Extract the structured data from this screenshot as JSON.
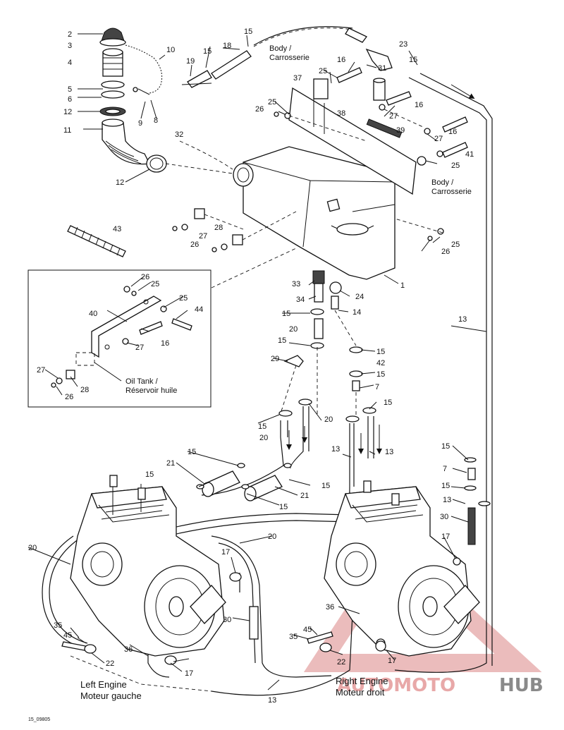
{
  "callouts": [
    {
      "id": "c2",
      "text": "2"
    },
    {
      "id": "c3",
      "text": "3"
    },
    {
      "id": "c4",
      "text": "4"
    },
    {
      "id": "c5",
      "text": "5"
    },
    {
      "id": "c6",
      "text": "6"
    },
    {
      "id": "c12a",
      "text": "12"
    },
    {
      "id": "c11",
      "text": "11"
    },
    {
      "id": "c10",
      "text": "10"
    },
    {
      "id": "c9",
      "text": "9"
    },
    {
      "id": "c8",
      "text": "8"
    },
    {
      "id": "c12b",
      "text": "12"
    },
    {
      "id": "c32",
      "text": "32"
    },
    {
      "id": "c19",
      "text": "19"
    },
    {
      "id": "c15a",
      "text": "15"
    },
    {
      "id": "c18",
      "text": "18"
    },
    {
      "id": "c15b",
      "text": "15"
    },
    {
      "id": "c37",
      "text": "37"
    },
    {
      "id": "c25a",
      "text": "25"
    },
    {
      "id": "c16a",
      "text": "16"
    },
    {
      "id": "c23",
      "text": "23"
    },
    {
      "id": "c15c",
      "text": "15"
    },
    {
      "id": "c31",
      "text": "31"
    },
    {
      "id": "c16b",
      "text": "16"
    },
    {
      "id": "c26a",
      "text": "26"
    },
    {
      "id": "c25b",
      "text": "25"
    },
    {
      "id": "c38",
      "text": "38"
    },
    {
      "id": "c27a",
      "text": "27"
    },
    {
      "id": "c39",
      "text": "39"
    },
    {
      "id": "c27b",
      "text": "27"
    },
    {
      "id": "c16c",
      "text": "16"
    },
    {
      "id": "c41",
      "text": "41"
    },
    {
      "id": "c25c",
      "text": "25"
    },
    {
      "id": "c43",
      "text": "43"
    },
    {
      "id": "c28a",
      "text": "28"
    },
    {
      "id": "c27c",
      "text": "27"
    },
    {
      "id": "c26b",
      "text": "26"
    },
    {
      "id": "c25d",
      "text": "25"
    },
    {
      "id": "c26c",
      "text": "26"
    },
    {
      "id": "c1",
      "text": "1"
    },
    {
      "id": "c33",
      "text": "33"
    },
    {
      "id": "c24",
      "text": "24"
    },
    {
      "id": "c34",
      "text": "34"
    },
    {
      "id": "c14",
      "text": "14"
    },
    {
      "id": "c15d",
      "text": "15"
    },
    {
      "id": "c13a",
      "text": "13"
    },
    {
      "id": "c20a",
      "text": "20"
    },
    {
      "id": "c15e",
      "text": "15"
    },
    {
      "id": "c15f",
      "text": "15"
    },
    {
      "id": "c29",
      "text": "29"
    },
    {
      "id": "c42",
      "text": "42"
    },
    {
      "id": "c15g",
      "text": "15"
    },
    {
      "id": "c7a",
      "text": "7"
    },
    {
      "id": "c15h",
      "text": "15"
    },
    {
      "id": "c15i",
      "text": "15"
    },
    {
      "id": "c20b",
      "text": "20"
    },
    {
      "id": "c20c",
      "text": "20"
    },
    {
      "id": "c13b",
      "text": "13"
    },
    {
      "id": "c13c",
      "text": "13"
    },
    {
      "id": "c15j",
      "text": "15"
    },
    {
      "id": "c21a",
      "text": "21"
    },
    {
      "id": "c15k",
      "text": "15"
    },
    {
      "id": "c15l",
      "text": "15"
    },
    {
      "id": "c21b",
      "text": "21"
    },
    {
      "id": "c15m",
      "text": "15"
    },
    {
      "id": "c15n",
      "text": "15"
    },
    {
      "id": "c7b",
      "text": "7"
    },
    {
      "id": "c15o",
      "text": "15"
    },
    {
      "id": "c13d",
      "text": "13"
    },
    {
      "id": "c30a",
      "text": "30"
    },
    {
      "id": "c17a",
      "text": "17"
    },
    {
      "id": "c20d",
      "text": "20"
    },
    {
      "id": "c20e",
      "text": "20"
    },
    {
      "id": "c17b",
      "text": "17"
    },
    {
      "id": "c30b",
      "text": "30"
    },
    {
      "id": "c36a",
      "text": "36"
    },
    {
      "id": "c35a",
      "text": "35"
    },
    {
      "id": "c45a",
      "text": "45"
    },
    {
      "id": "c22a",
      "text": "22"
    },
    {
      "id": "c36b",
      "text": "36"
    },
    {
      "id": "c17c",
      "text": "17"
    },
    {
      "id": "c45b",
      "text": "45"
    },
    {
      "id": "c35b",
      "text": "35"
    },
    {
      "id": "c22b",
      "text": "22"
    },
    {
      "id": "c17d",
      "text": "17"
    },
    {
      "id": "c13e",
      "text": "13"
    },
    {
      "id": "c26d",
      "text": "26"
    },
    {
      "id": "c25e",
      "text": "25"
    },
    {
      "id": "c40",
      "text": "40"
    },
    {
      "id": "c25f",
      "text": "25"
    },
    {
      "id": "c44",
      "text": "44"
    },
    {
      "id": "c16d",
      "text": "16"
    },
    {
      "id": "c27d",
      "text": "27"
    },
    {
      "id": "c27e",
      "text": "27"
    },
    {
      "id": "c28b",
      "text": "28"
    },
    {
      "id": "c26e",
      "text": "26"
    }
  ],
  "labels": {
    "body1_line1": "Body /",
    "body1_line2": "Carrosserie",
    "body2_line1": "Body /",
    "body2_line2": "Carrosserie",
    "oil_tank_line1": "Oil Tank /",
    "oil_tank_line2": "Réservoir huile",
    "left_engine_line1": "Left Engine",
    "left_engine_line2": "Moteur gauche",
    "right_engine_line1": "Right Engine",
    "right_engine_line2": "Moteur droit",
    "drawing_code": "15_09805"
  },
  "watermark": {
    "part1": "AUTOMOTO",
    "part2": "HUB",
    "color_primary": "#d23c3c",
    "color_secondary": "#888888"
  }
}
